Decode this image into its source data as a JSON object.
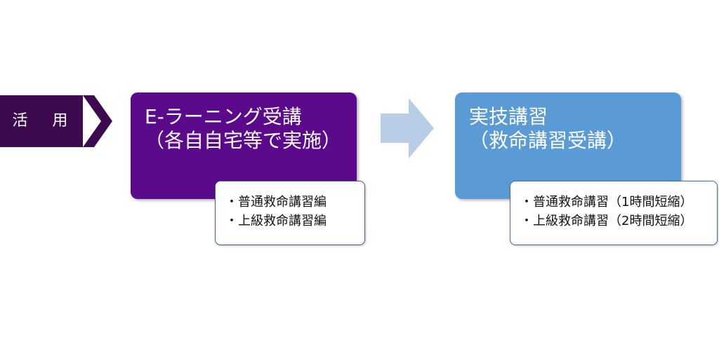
{
  "colors": {
    "label_fill": "#3d0a4f",
    "elearning_fill": "#5a0a8a",
    "jitsugi_fill": "#5b9bd5",
    "arrow_fill": "#b9cde6"
  },
  "label": {
    "text": "活 用"
  },
  "elearning": {
    "title_line1": "E-ラーニング受講",
    "title_line2": "（各自自宅等で実施）",
    "bullet": "・",
    "items": [
      "普通救命講習編",
      "上級救命講習編"
    ]
  },
  "jitsugi": {
    "title_line1": "実技講習",
    "title_line2": "（救命講習受講）",
    "bullet": "・",
    "items": [
      "普通救命講習（1時間短縮）",
      "上級救命講習（2時間短縮）"
    ]
  },
  "icons": {
    "arrow": "right-arrow-icon",
    "chevron": "chevron-right-icon"
  }
}
